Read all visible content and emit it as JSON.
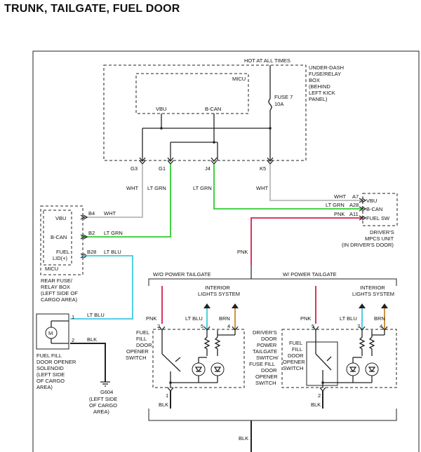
{
  "title": "TRUNK, TAILGATE, FUEL DOOR",
  "underdash": {
    "hot_label": "HOT AT ALL TIMES",
    "box_label": [
      "UNDER-DASH",
      "FUSE/RELAY",
      "BOX",
      "(BEHIND",
      "LEFT KICK",
      "PANEL)"
    ],
    "micu": "MICU",
    "vbu": "VBU",
    "bcan": "B-CAN",
    "fuse_name": "FUSE 7",
    "fuse_rating": "10A",
    "connectors": [
      "G3",
      "G1",
      "J4",
      "K5"
    ]
  },
  "wire_colors": {
    "wht": "WHT",
    "ltgrn": "LT GRN",
    "ltblu": "LT BLU",
    "pnk": "PNK",
    "blk": "BLK",
    "brn": "BRN"
  },
  "colors": {
    "wht": "#b8b8b8",
    "ltgrn": "#2ecc2e",
    "ltblu": "#3cc9e0",
    "pnk": "#d81e4a",
    "brn": "#c9882a",
    "blk": "#222222"
  },
  "mpcs": {
    "pins": [
      "A7",
      "A28",
      "A11"
    ],
    "labels": [
      "VBU",
      "B-CAN",
      "FUEL SW"
    ],
    "caption": [
      "DRIVER'S",
      "MPCS UNIT",
      "(IN DRIVER'S DOOR)"
    ]
  },
  "rear_box": {
    "pins": [
      "B4",
      "B2",
      "B28"
    ],
    "labels": [
      "VBU",
      "B-CAN",
      "FUEL",
      "LID(+)"
    ],
    "micu": "MICU",
    "caption": [
      "REAR FUSE/",
      "RELAY BOX",
      "(LEFT SIDE OF",
      "CARGO AREA)"
    ]
  },
  "solenoid": {
    "pins": [
      "1",
      "2"
    ],
    "motor": "M",
    "caption": [
      "FUEL FILL",
      "DOOR OPENER",
      "SOLENOID",
      "(LEFT SIDE",
      "OF CARGO",
      "AREA)"
    ]
  },
  "ground": {
    "name": "G604",
    "caption": [
      "(LEFT SIDE",
      "OF CARGO",
      "AREA)"
    ]
  },
  "left_variant": {
    "header": "W/O POWER TAILGATE",
    "interior": [
      "INTERIOR",
      "LIGHTS SYSTEM"
    ],
    "pins": [
      "2",
      "5",
      "4",
      "1"
    ],
    "switch_label": [
      "FUEL",
      "FILL",
      "DOOR",
      "OPENER",
      "SWITCH"
    ]
  },
  "right_variant": {
    "header": "W/ POWER TAILGATE",
    "interior": [
      "INTERIOR",
      "LIGHTS SYSTEM"
    ],
    "pins": [
      "5",
      "7",
      "4",
      "2"
    ],
    "outer_label": [
      "DRIVER'S",
      "DOOR",
      "POWER",
      "TAILGATE",
      "SWITCH/",
      "FUSE FILL",
      "DOOR",
      "OPENER",
      "SWITCH"
    ],
    "inner_label": [
      "FUEL",
      "FILL",
      "DOOR",
      "OPENER",
      "SWITCH"
    ]
  }
}
